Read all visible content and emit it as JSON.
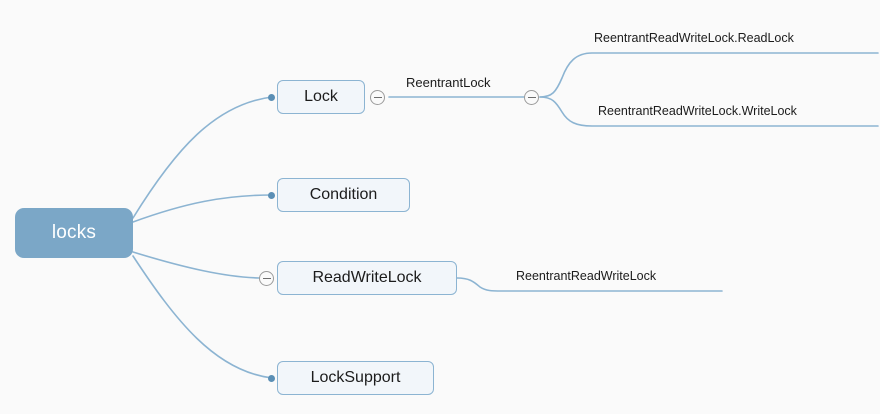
{
  "diagram": {
    "type": "mind-map",
    "background_color": "#fafafa",
    "root_color": "#7ba7c7",
    "node_fill": "#f2f6fa",
    "node_border": "#8cb4d2",
    "edge_color": "#8cb4d2",
    "connector_dot_color": "#5b8fb5",
    "toggle_icon": "collapse-minus-icon"
  },
  "root": {
    "label": "locks"
  },
  "branches": [
    {
      "label": "Lock",
      "style": "box",
      "collapsible": true,
      "children": [
        {
          "label": "ReentrantLock",
          "style": "text",
          "collapsible": true,
          "children": [
            {
              "label": "ReentrantReadWriteLock.ReadLock",
              "style": "text",
              "collapsible": false
            },
            {
              "label": "ReentrantReadWriteLock.WriteLock",
              "style": "text",
              "collapsible": false
            }
          ]
        }
      ]
    },
    {
      "label": "Condition",
      "style": "box",
      "collapsible": false,
      "children": []
    },
    {
      "label": "ReadWriteLock",
      "style": "box",
      "collapsible": true,
      "children": [
        {
          "label": "ReentrantReadWriteLock",
          "style": "text",
          "collapsible": false
        }
      ]
    },
    {
      "label": "LockSupport",
      "style": "box",
      "collapsible": false,
      "children": []
    }
  ]
}
